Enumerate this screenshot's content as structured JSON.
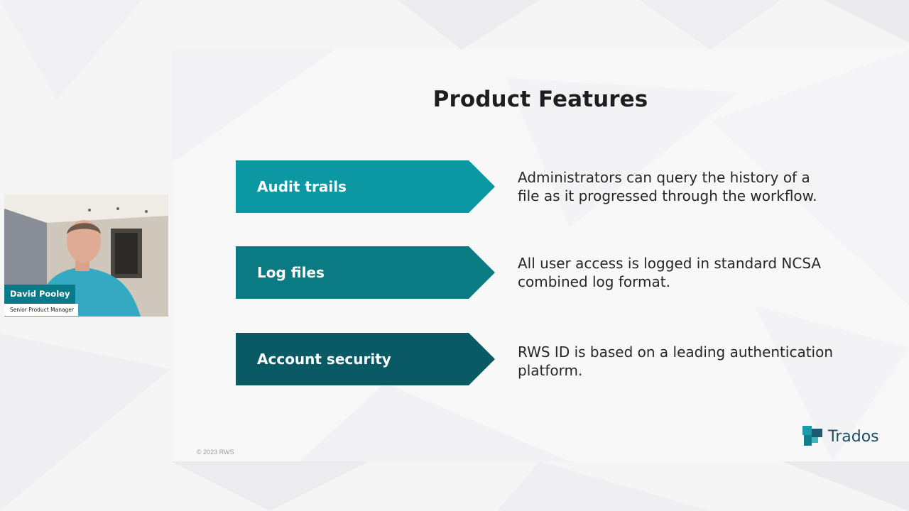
{
  "slide": {
    "title": "Product Features",
    "features": [
      {
        "label": "Audit trails",
        "color": "#0b98a3",
        "description_lines": [
          "Administrators can query the history of a",
          "file as it progressed through the workflow."
        ]
      },
      {
        "label": "Log files",
        "color": "#0a7a83",
        "description_lines": [
          "All user access is logged in standard NCSA",
          "combined log format."
        ]
      },
      {
        "label": "Account security",
        "color": "#0a5a66",
        "description_lines": [
          "RWS ID is based on a leading authentication",
          "platform."
        ]
      }
    ],
    "copyright": "© 2023 RWS",
    "logo": {
      "text": "Trados",
      "icon": "trados-logo-icon",
      "text_color": "#1c4f63"
    }
  },
  "presenter": {
    "name": "David Pooley",
    "role": "Senior Product Manager",
    "accent_color": "#0b7a88"
  }
}
